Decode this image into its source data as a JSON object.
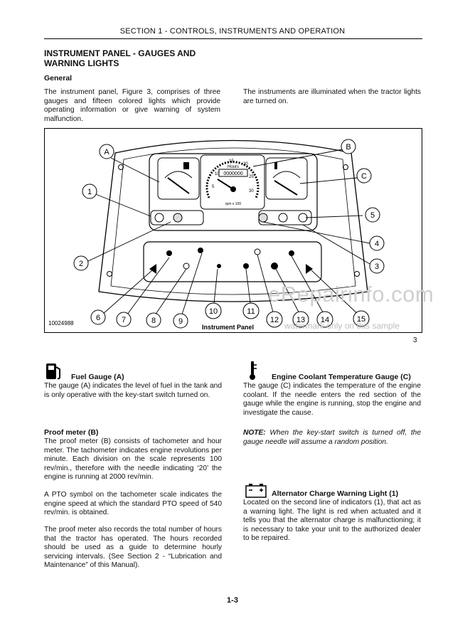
{
  "header": {
    "section": "SECTION 1 - CONTROLS, INSTRUMENTS AND OPERATION"
  },
  "title": {
    "line1": "INSTRUMENT PANEL - GAUGES AND",
    "line2": "WARNING LIGHTS"
  },
  "general": {
    "heading": "General",
    "left_text": "The instrument panel, Figure 3, comprises of three gauges and fifteen colored lights which provide operating information or give warning of system malfunction.",
    "right_text": "The instruments are illuminated when the tractor lights are turned on."
  },
  "figure": {
    "callouts": [
      "A",
      "B",
      "C",
      "1",
      "2",
      "3",
      "4",
      "5",
      "6",
      "7",
      "8",
      "9",
      "10",
      "11",
      "12",
      "13",
      "14",
      "15"
    ],
    "part_number": "10024988",
    "caption": "Instrument Panel",
    "number": "3",
    "tach_hours": "Hours",
    "tach_rpm": "rpm x 100",
    "tach_scale": [
      "5",
      "10",
      "15",
      "20",
      "25",
      "30"
    ],
    "hour_digits": "0000000"
  },
  "watermark": {
    "main": "eRepairinfo.com",
    "sub": "watermark only on this sample"
  },
  "fuel": {
    "heading": "Fuel Gauge (A)",
    "text": "The gauge (A) indicates the level of fuel in the tank and is only operative with the key-start switch turned on."
  },
  "proof": {
    "heading": "Proof meter (B)",
    "p1": "The proof meter (B) consists of tachometer and hour meter. The tachometer indicates engine revolutions per minute. Each division on the scale represents 100 rev/min., therefore with the needle indicating ‘20’ the engine is running at 2000 rev/min.",
    "p2": "A PTO symbol on the tachometer scale indicates the engine speed at which the standard PTO speed of 540 rev/min. is obtained.",
    "p3": "The proof meter also records the total number of hours that the tractor has operated. The hours recorded should be used as a guide to determine hourly servicing intervals. (See Section 2 - “Lubrication and Maintenance” of this Manual)."
  },
  "coolant": {
    "heading": "Engine Coolant Temperature Gauge (C)",
    "text": "The gauge (C) indicates the temperature of the engine coolant. If the needle enters the red section of the gauge while the engine is running, stop the engine and investigate the cause.",
    "note_label": "NOTE:",
    "note_text": "When the key-start switch is turned off, the gauge needle will assume a random position."
  },
  "alternator": {
    "heading": "Alternator Charge Warning Light (1)",
    "text": "Located on the second line of indicators (1), that act as a warning light. The light is red when actuated and it tells you that the alternator charge is malfunctioning; it is necessary to take your unit to the authorized dealer to be repaired."
  },
  "page_number": "1-3"
}
